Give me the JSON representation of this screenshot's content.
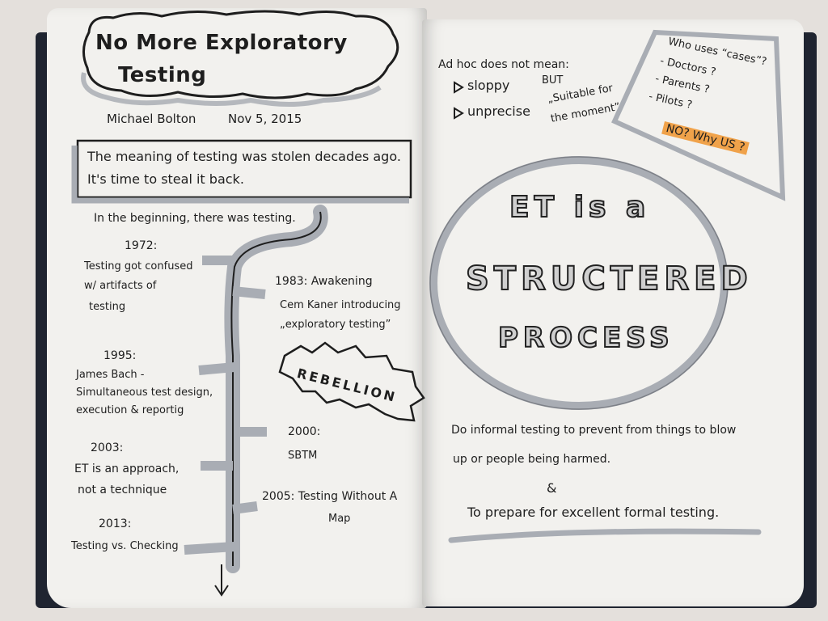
{
  "left_page": {
    "title_line1": "No More Exploratory",
    "title_line2": "Testing",
    "author": "Michael Bolton",
    "date": "Nov 5, 2015",
    "quote_line1": "The meaning of testing was stolen decades ago.",
    "quote_line2": "It's time to steal it back.",
    "intro": "In the beginning, there was testing.",
    "timeline": {
      "y1972": "1972:",
      "t1972_1": "Testing got confused",
      "t1972_2": "w/ artifacts of",
      "t1972_3": "testing",
      "y1983": "1983: Awakening",
      "t1983_1": "Cem Kaner introducing",
      "t1983_2": "„exploratory testing”",
      "rebellion": "REBELLION",
      "y1995": "1995:",
      "t1995_1": "James Bach -",
      "t1995_2": "Simultaneous test design,",
      "t1995_3": "execution & reportig",
      "y2000": "2000:",
      "t2000": "SBTM",
      "y2003": "2003:",
      "t2003_1": "ET is an approach,",
      "t2003_2": "not a technique",
      "y2005": "2005: Testing Without A",
      "t2005": "Map",
      "y2013": "2013:",
      "t2013": "Testing vs. Checking"
    }
  },
  "right_page": {
    "adhoc_heading": "Ad hoc does not mean:",
    "adhoc_item1": "sloppy",
    "adhoc_item2": "unprecise",
    "but": "BUT",
    "suitable_1": "„Suitable for",
    "suitable_2": "the moment”",
    "who_heading": "Who uses “cases”?",
    "who_1": "- Doctors ?",
    "who_2": "- Parents ?",
    "who_3": "- Pilots ?",
    "who_highlight": "NO? Why US ?",
    "et_line1": "ET is a",
    "et_line2": "STRUCTERED",
    "et_line3": "PROCESS",
    "bottom_line1": "Do informal testing to prevent from things to blow",
    "bottom_line2": "up or people being harmed.",
    "ampersand": "&",
    "bottom_line3": "To prepare for excellent formal testing."
  },
  "colors": {
    "paper": "#f2f1ee",
    "ink": "#1e1e1e",
    "marker_gray": "#a9adb4",
    "highlight_orange": "#f0a24a",
    "cover": "#1f2430"
  }
}
